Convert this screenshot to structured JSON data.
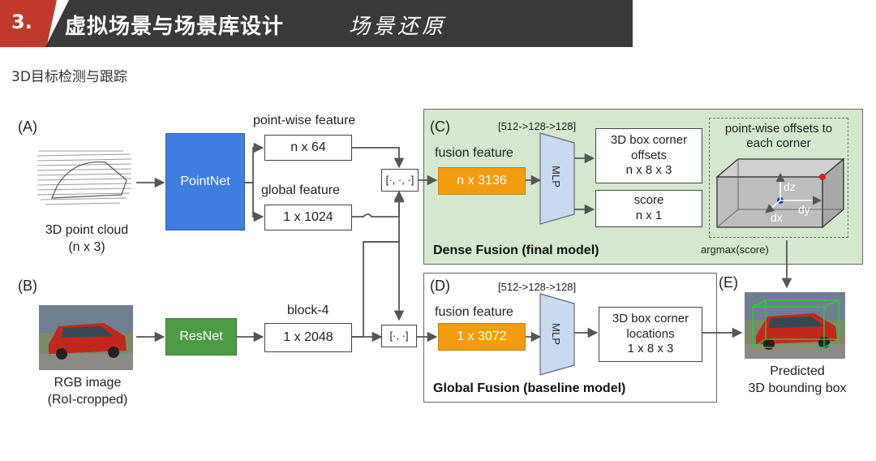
{
  "header": {
    "section_number": "3.",
    "title": "虚拟场景与场景库设计",
    "subtitle_script": "场景还原"
  },
  "page_subtitle": "3D目标检测与跟踪",
  "diagram": {
    "label_a": "(A)",
    "label_b": "(B)",
    "label_c": "(C)",
    "label_d": "(D)",
    "label_e": "(E)",
    "point_cloud_caption": "3D point cloud\n(n x 3)",
    "rgb_caption": "RGB image\n(RoI-cropped)",
    "pointnet": "PointNet",
    "resnet": "ResNet",
    "pointwise_feature_label": "point-wise feature",
    "pointwise_feature_box": "n x 64",
    "global_feature_label": "global feature",
    "global_feature_box": "1 x 1024",
    "block4_label": "block-4",
    "block4_box": "1 x 2048",
    "concat_top": "[·, ·, ·]",
    "concat_bottom": "[·, ·]",
    "mlp_dims_c": "[512->128->128]",
    "mlp_dims_d": "[512->128->128]",
    "fusion_feature_label_c": "fusion feature",
    "fusion_feature_label_d": "fusion feature",
    "fusion_box_c": "n x 3136",
    "fusion_box_d": "1 x 3072",
    "mlp_c": "MLP",
    "mlp_d": "MLP",
    "corner_offsets_box": "3D box corner\noffsets\nn x 8 x 3",
    "score_box": "score\nn x 1",
    "corner_locations_box": "3D box corner\nlocations\n1 x 8 x 3",
    "offsets_note": "point-wise offsets to\neach corner",
    "axis_dz": "dz",
    "axis_dx": "dx",
    "axis_dy": "dy",
    "argmax_label": "argmax(score)",
    "dense_fusion_title": "Dense Fusion (final model)",
    "global_fusion_title": "Global Fusion (baseline model)",
    "predicted_caption": "Predicted\n3D bounding box"
  },
  "colors": {
    "banner_red": "#c0392b",
    "banner_dark": "#3a3a3a",
    "pointnet_blue": "#3f7de0",
    "resnet_green": "#4e9a45",
    "fusion_orange": "#f39c12",
    "mlp_lightblue": "#c9d9ef",
    "dense_panel_green": "#d5e8cf",
    "cube_gray": "#bdbdbd",
    "car_red": "#c0281e"
  }
}
